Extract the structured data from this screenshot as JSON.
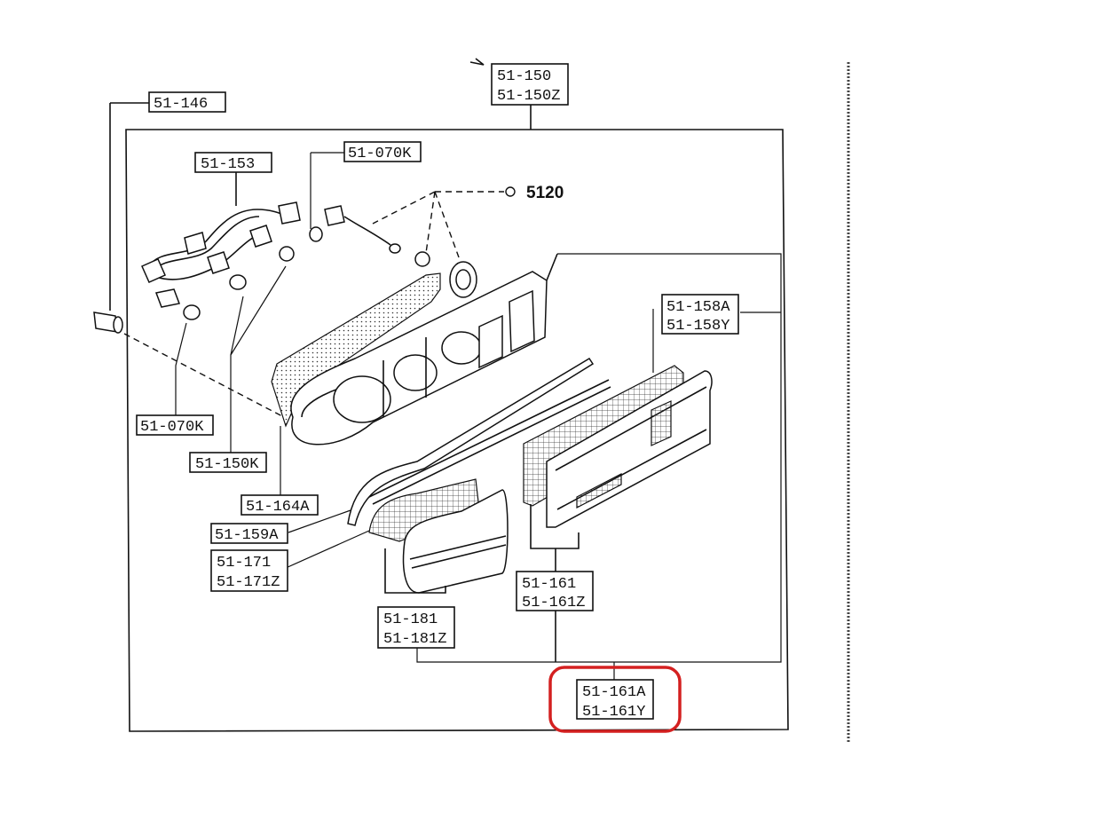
{
  "callouts": {
    "c_51_146": [
      "51-146"
    ],
    "c_51_150": [
      "51-150",
      "51-150Z"
    ],
    "c_51_153": [
      "51-153"
    ],
    "c_51_070K_top": [
      "51-070K"
    ],
    "c_51_158A": [
      "51-158A",
      "51-158Y"
    ],
    "c_51_070K_left": [
      "51-070K"
    ],
    "c_51_150K": [
      "51-150K"
    ],
    "c_51_164A": [
      "51-164A"
    ],
    "c_51_159A": [
      "51-159A"
    ],
    "c_51_171": [
      "51-171",
      "51-171Z"
    ],
    "c_51_181": [
      "51-181",
      "51-181Z"
    ],
    "c_51_161": [
      "51-161",
      "51-161Z"
    ],
    "c_51_161A": [
      "51-161A",
      "51-161Y"
    ]
  },
  "section_ref": "5120",
  "highlight": {
    "target": "51-161A",
    "color": "#d42020"
  },
  "icons": {
    "section_ref": "page-reference-icon"
  }
}
